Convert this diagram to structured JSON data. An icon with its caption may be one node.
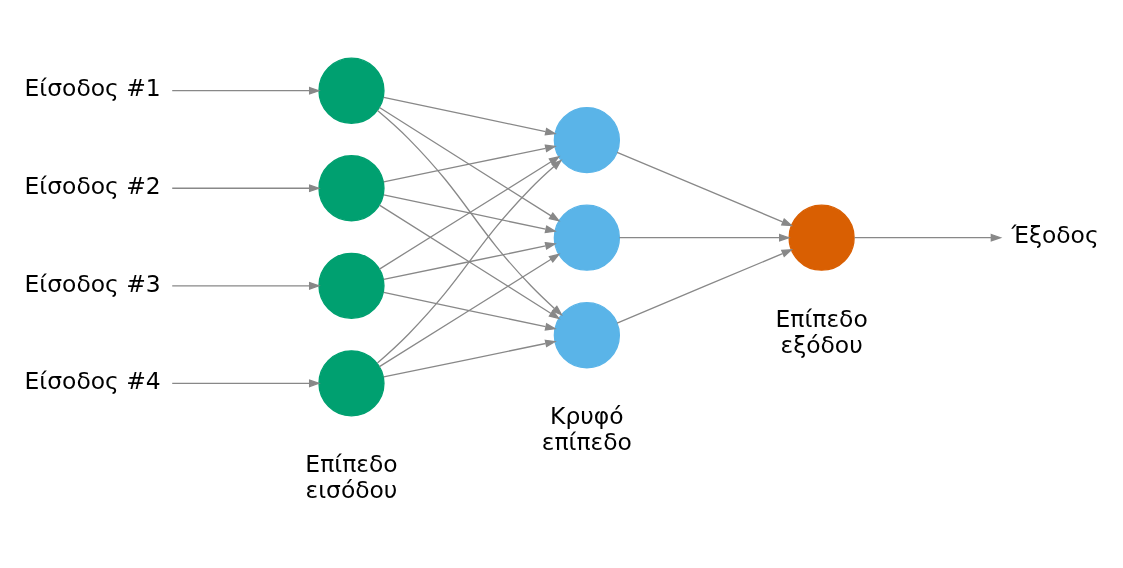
{
  "diagram": {
    "nodes": [
      {
        "text": [
          "Είσοδος #1"
        ]
      },
      {
        "text": [
          "Είσοδος #2"
        ]
      },
      {
        "text": [
          "Είσοδος #3"
        ]
      },
      {
        "text": [
          "Είσοδος #4"
        ]
      },
      {
        "text": [],
        "shape": "circle"
      },
      {
        "text": [],
        "shape": "circle"
      },
      {
        "text": [],
        "shape": "circle"
      },
      {
        "text": [],
        "shape": "circle"
      },
      {
        "text": [],
        "shape": "circle"
      },
      {
        "text": [],
        "shape": "circle"
      },
      {
        "text": [],
        "shape": "circle"
      },
      {
        "text": [],
        "shape": "circle"
      },
      {
        "text": [
          "Έξοδος"
        ]
      }
    ],
    "edges": [
      {
        "from": 0,
        "to": 4,
        "arrow": "to"
      },
      {
        "from": 1,
        "to": 5,
        "arrow": "to"
      },
      {
        "from": 2,
        "to": 6,
        "arrow": "to"
      },
      {
        "from": 3,
        "to": 7,
        "arrow": "to"
      },
      {
        "from": 4,
        "to": 8,
        "arrow": "to"
      },
      {
        "from": 4,
        "to": 9,
        "arrow": "to"
      },
      {
        "from": 4,
        "to": 10,
        "arrow": "to"
      },
      {
        "from": 5,
        "to": 8,
        "arrow": "to"
      },
      {
        "from": 5,
        "to": 9,
        "arrow": "to"
      },
      {
        "from": 5,
        "to": 10,
        "arrow": "to"
      },
      {
        "from": 6,
        "to": 8,
        "arrow": "to"
      },
      {
        "from": 6,
        "to": 9,
        "arrow": "to"
      },
      {
        "from": 6,
        "to": 10,
        "arrow": "to"
      },
      {
        "from": 7,
        "to": 8,
        "arrow": "to"
      },
      {
        "from": 7,
        "to": 9,
        "arrow": "to"
      },
      {
        "from": 7,
        "to": 10,
        "arrow": "to"
      },
      {
        "from": 8,
        "to": 11,
        "arrow": "to"
      },
      {
        "from": 9,
        "to": 11,
        "arrow": "to"
      },
      {
        "from": 10,
        "to": 11,
        "arrow": "to"
      },
      {
        "from": 11,
        "to": 12,
        "arrow": "to"
      }
    ],
    "labels": [
      "Επίπεδο εισόδου",
      "Κρυφό επίπεδο",
      "Επίπεδο εξόδου"
    ]
  }
}
